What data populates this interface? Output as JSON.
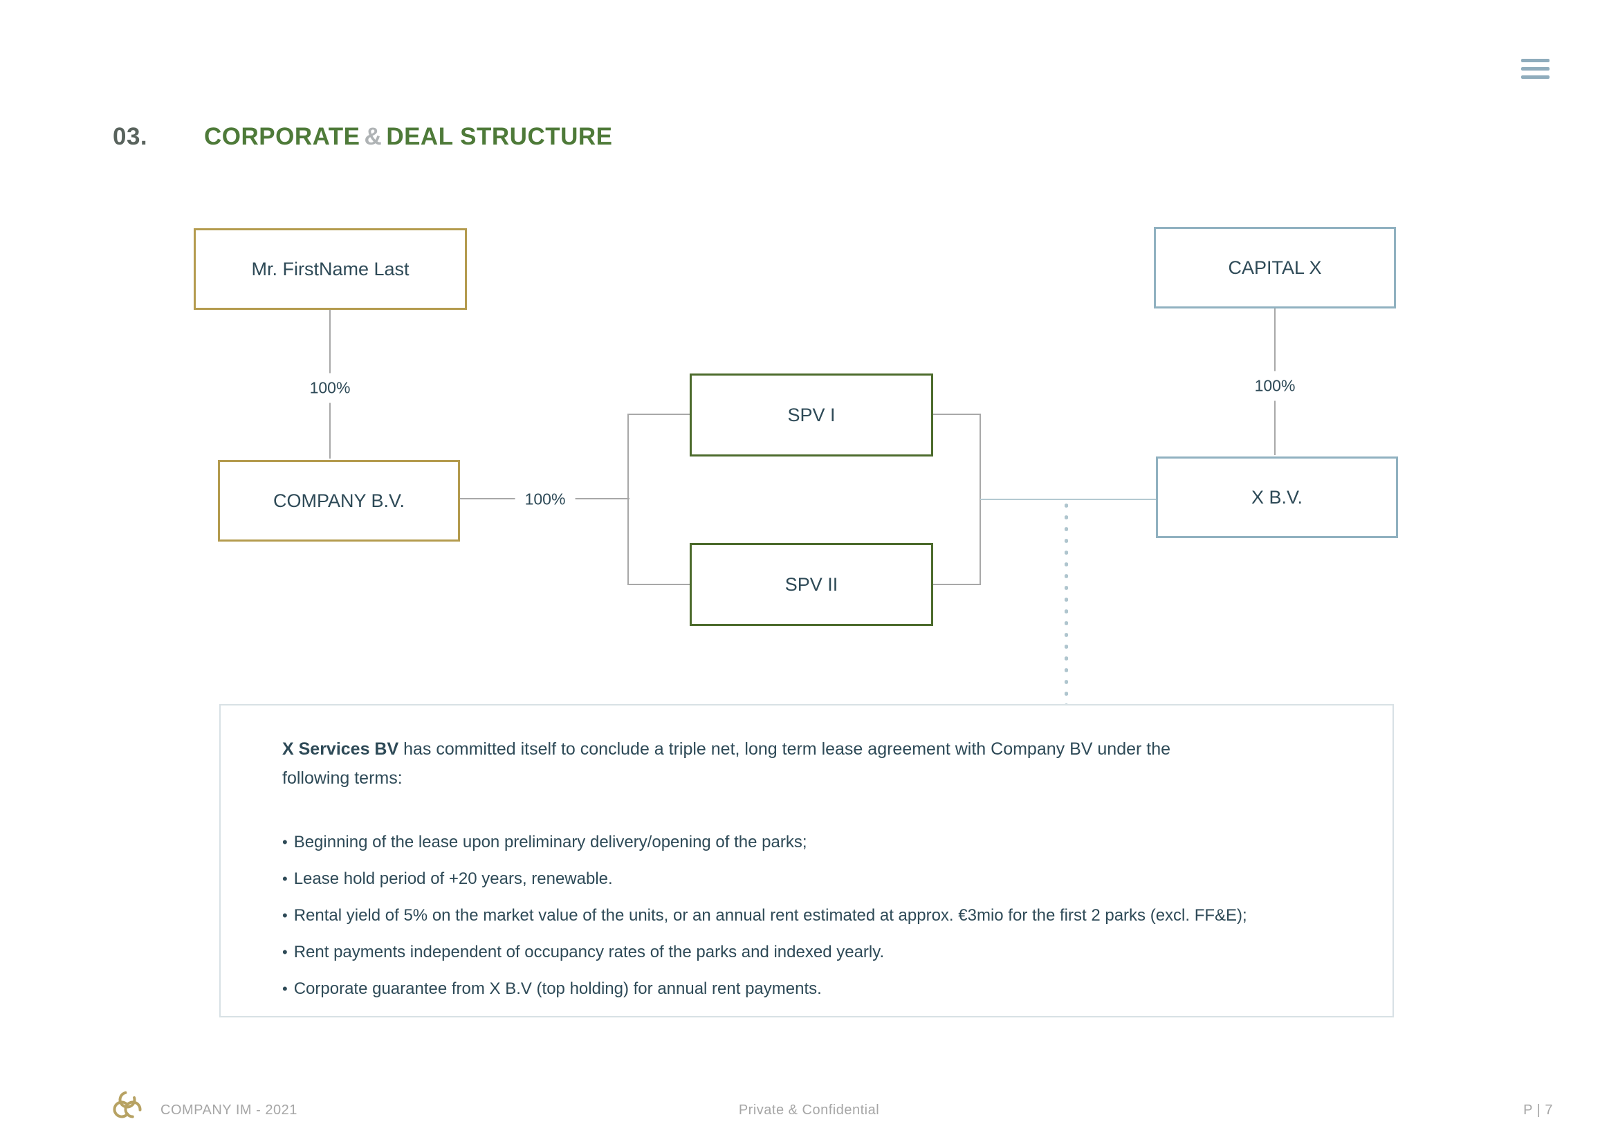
{
  "header": {
    "menu_icon": "hamburger"
  },
  "title": {
    "number": "03.",
    "word1": "CORPORATE",
    "amp": "&",
    "word2": "DEAL STRUCTURE"
  },
  "diagram": {
    "nodes": {
      "mr": "Mr. FirstName Last",
      "company": "COMPANY B.V.",
      "spv1": "SPV I",
      "spv2": "SPV II",
      "capitalx": "CAPITAL X",
      "xbv": "X B.V."
    },
    "edge_labels": {
      "mr_company": "100%",
      "company_spvs": "100%",
      "capitalx_xbv": "100%"
    }
  },
  "terms": {
    "intro_bold": "X Services BV",
    "intro_rest": " has committed itself to conclude a triple net, long term lease agreement with Company BV under the following terms:",
    "bullet_char": "•",
    "bullets": [
      "Beginning of the lease upon preliminary delivery/opening of the parks;",
      "Lease hold period of +20 years, renewable.",
      "Rental yield of 5% on the market value of the units, or an annual rent estimated at approx. €3mio for the first 2 parks (excl. FF&E);",
      "Rent payments independent of occupancy rates of the parks and indexed yearly.",
      "Corporate guarantee from X B.V (top holding) for annual rent payments."
    ]
  },
  "footer": {
    "left": "COMPANY IM - 2021",
    "center": "Private & Confidential",
    "right": "P | 7"
  },
  "theme": {
    "gold_border": "#B49B4E",
    "green_border": "#4C6B2C",
    "blue_border": "#90B1C0",
    "title_green": "#4E7A39",
    "title_number_gray": "#59635D",
    "amp_gray": "#AFB3B5",
    "node_text": "#2E4A57",
    "gray_line": "#A8A8A8",
    "light_blue_line": "#B3C9D1",
    "terms_border": "#D8E1E5",
    "footer_gray": "#A6A6A6",
    "hamburger_blue": "#8FACBC",
    "logo_gold": "#B7A263"
  }
}
